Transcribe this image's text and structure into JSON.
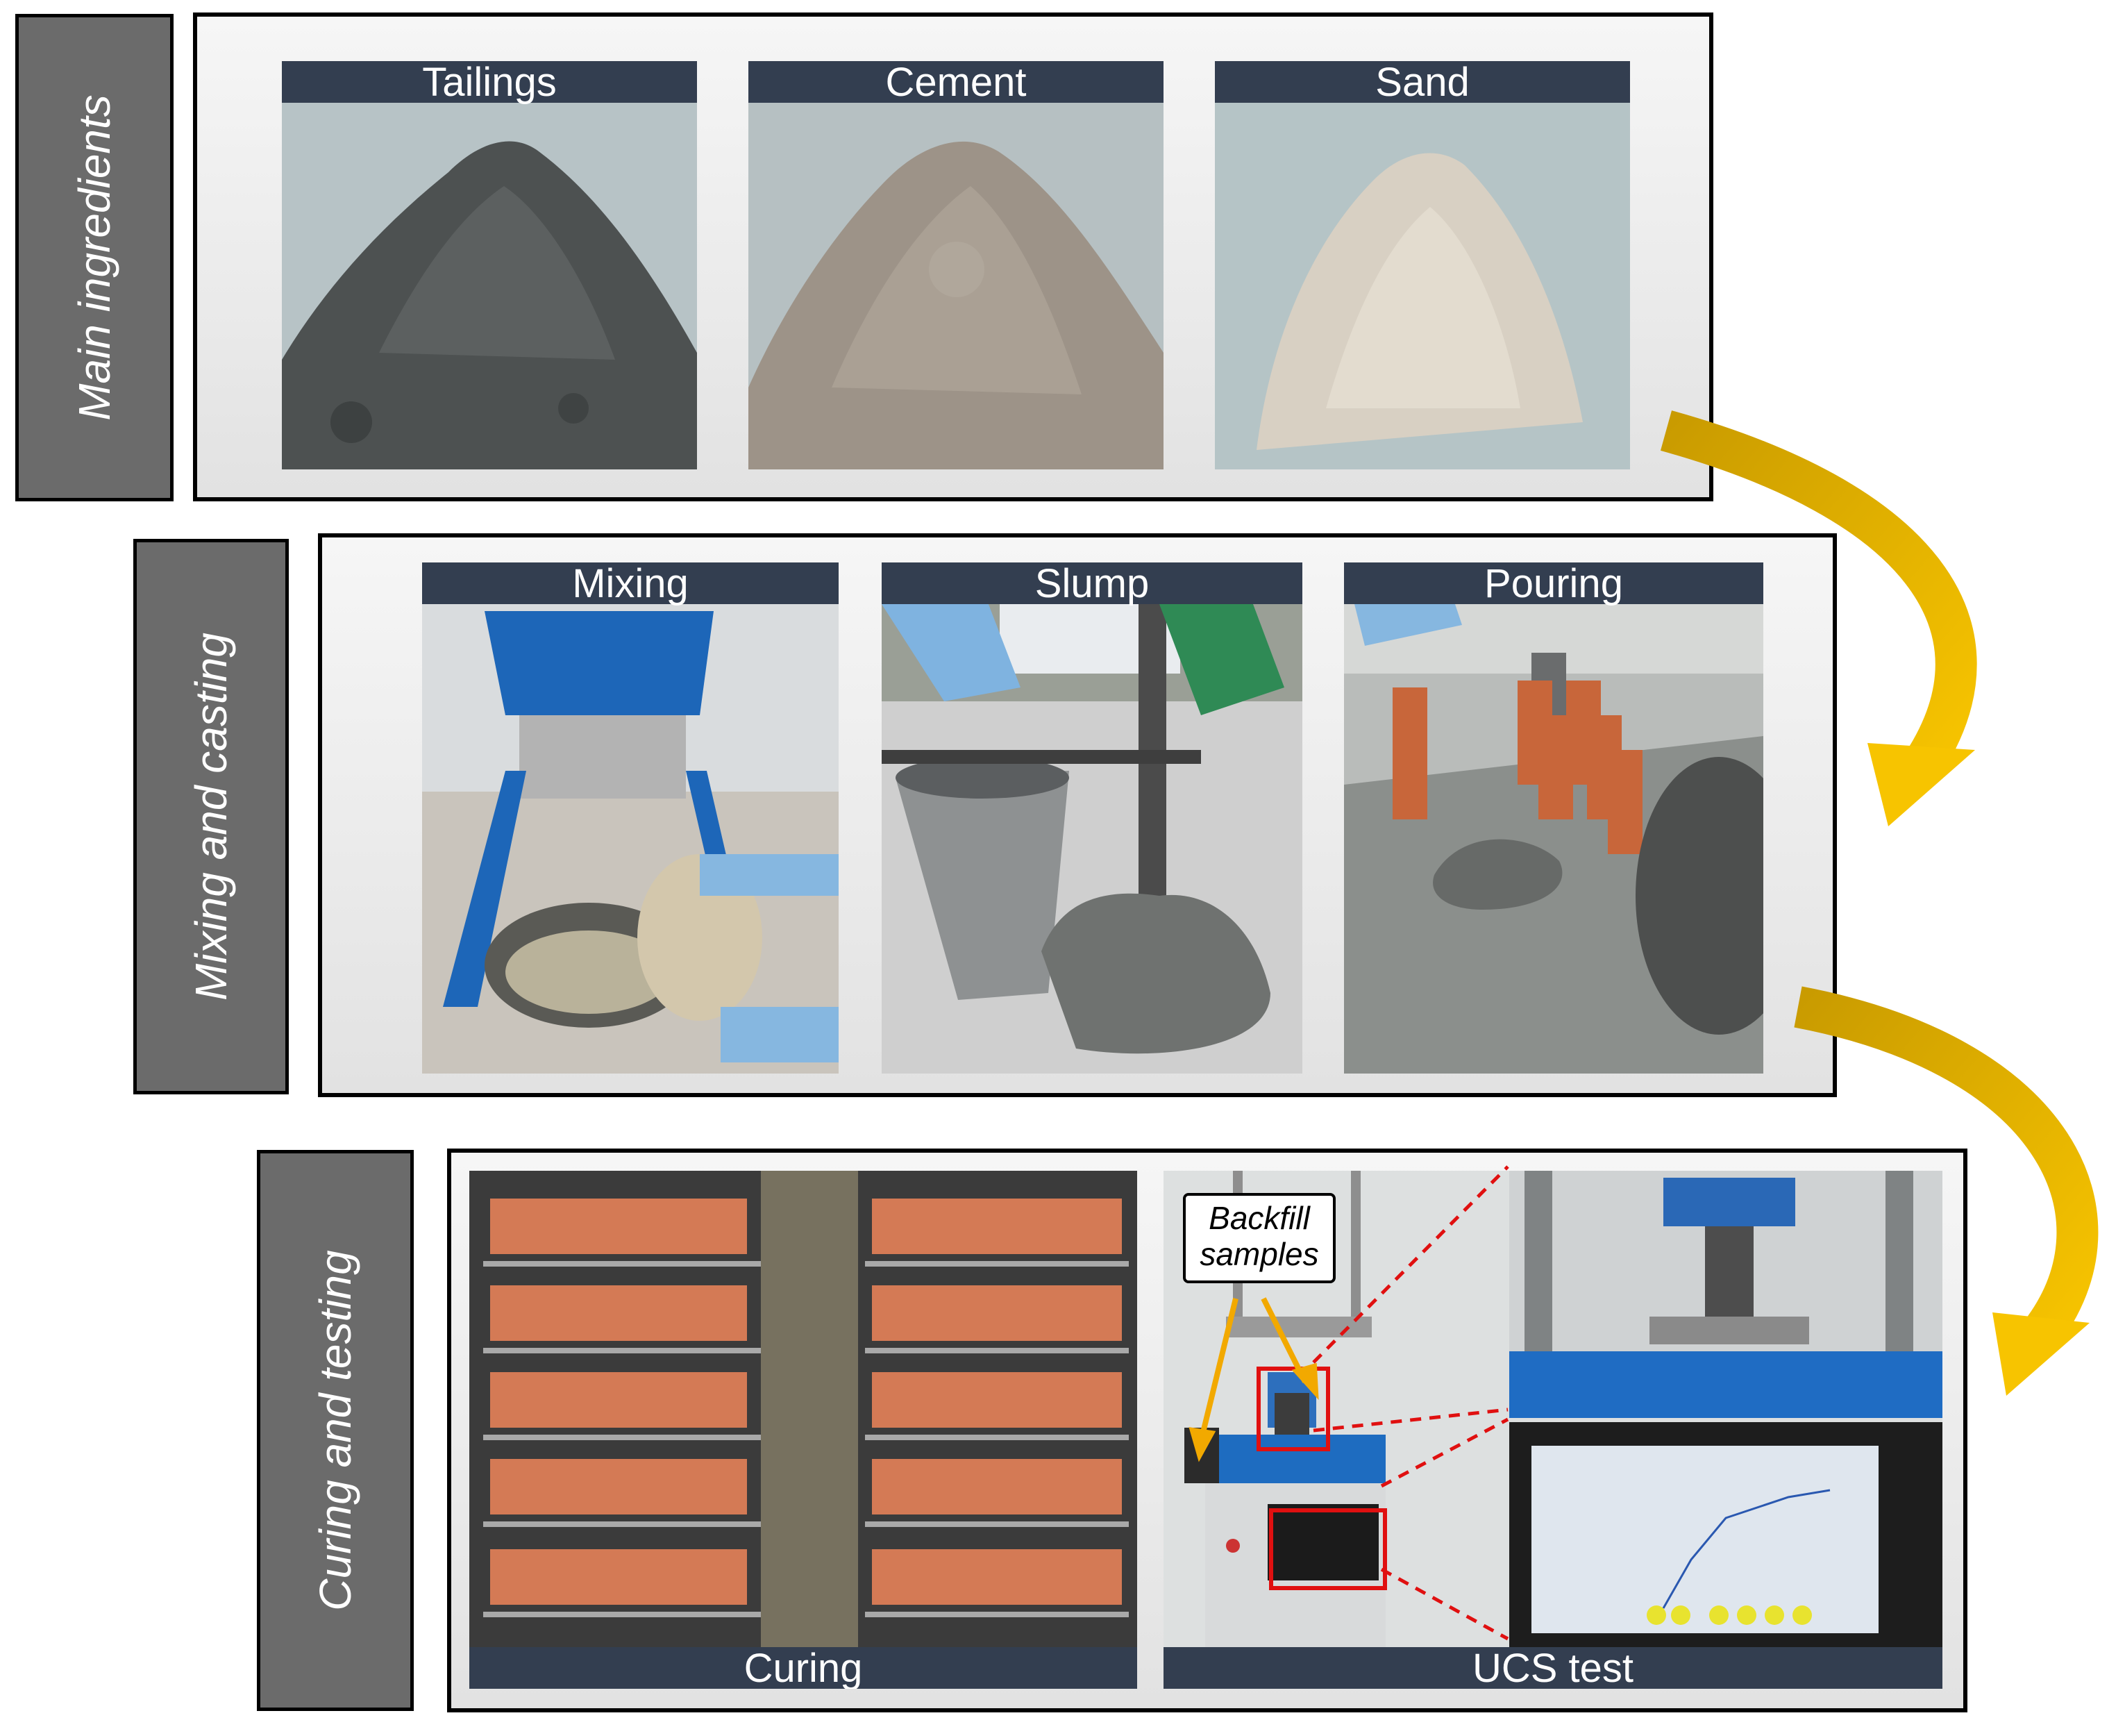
{
  "stages": {
    "main": {
      "label": "Main ingredients"
    },
    "mixing": {
      "label": "Mixing and casting"
    },
    "curing": {
      "label": "Curing and testing"
    }
  },
  "photos": {
    "tailings": "Tailings",
    "cement": "Cement",
    "sand": "Sand",
    "mixing": "Mixing",
    "slump": "Slump",
    "pouring": "Pouring",
    "curing": "Curing",
    "ucs": "UCS test"
  },
  "callout": {
    "line1": "Backfill",
    "line2": "samples"
  },
  "colors": {
    "caption_bar": "#333e50",
    "stage_label": "#6b6b6b",
    "arrow": "#f2b600",
    "highlight": "#e01010"
  }
}
